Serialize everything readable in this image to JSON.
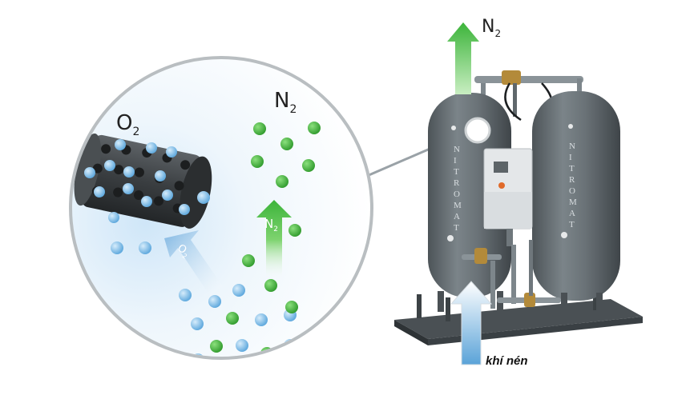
{
  "diagram": {
    "top_outlet_label": {
      "main": "N",
      "sub": "2"
    },
    "zoom_o2_label": {
      "main": "O",
      "sub": "2"
    },
    "zoom_n2_label": {
      "main": "N",
      "sub": "2"
    },
    "arrow_n2_label": {
      "main": "N",
      "sub": "2"
    },
    "arrow_o2_label": {
      "main": "O",
      "sub": "2"
    },
    "inlet_label": "khí nén",
    "brand_letters_left": [
      "N",
      "I",
      "T",
      "R",
      "O",
      "M",
      "A",
      "T"
    ],
    "brand_letters_right": [
      "N",
      "I",
      "T",
      "R",
      "O",
      "M",
      "A",
      "T"
    ]
  },
  "colors": {
    "n2_molecule": "#3fae3a",
    "o2_molecule": "#6fb3e3",
    "tank": "#6b7378",
    "n2_arrow": "#4cc24a",
    "air_arrow": "#6aaee0"
  }
}
